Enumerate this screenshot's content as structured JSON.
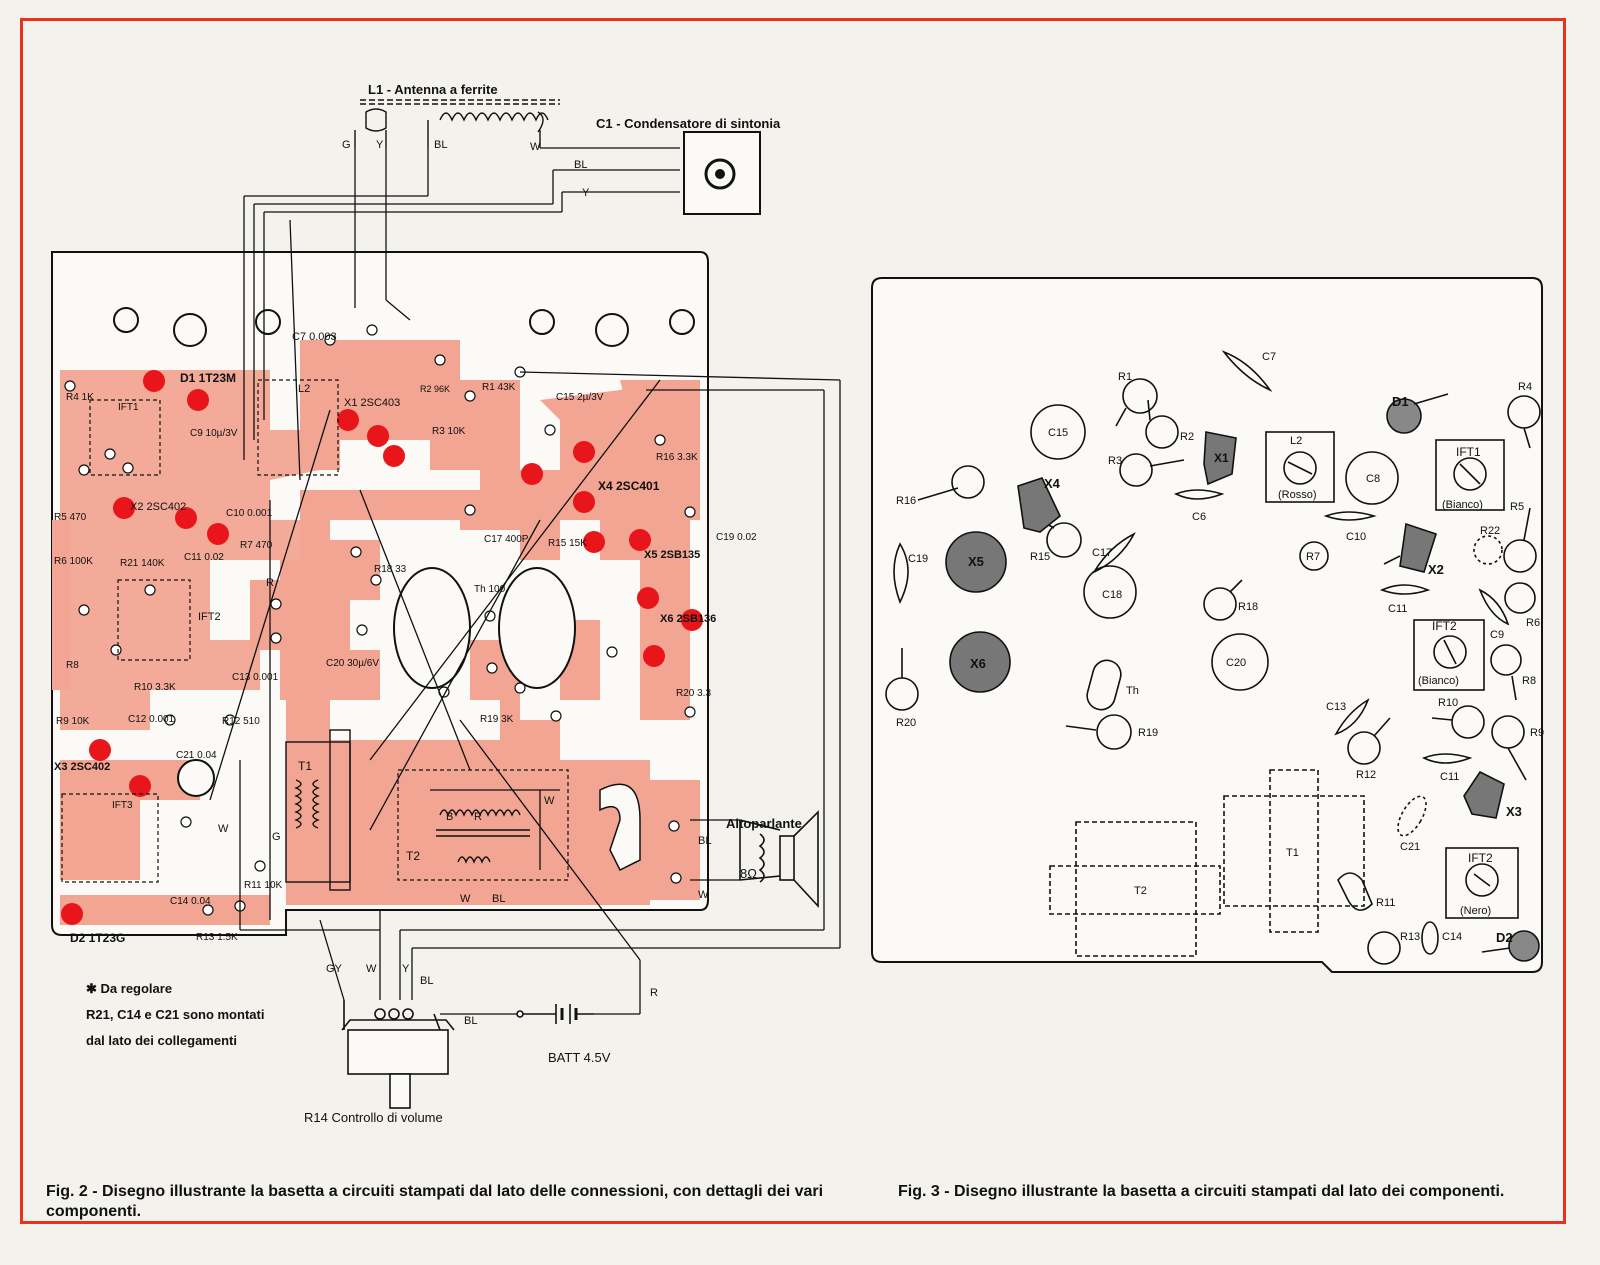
{
  "fig2": {
    "antenna_label": "L1 - Antenna a ferrite",
    "capacitor_label": "C1 - Condensatore di sintonia",
    "speaker_label": "Altoparlante",
    "speaker_impedance": "8Ω",
    "battery_label": "BATT 4.5V",
    "volume_label": "R14 Controllo di volume",
    "wire_labels": [
      "G",
      "Y",
      "BL",
      "W",
      "BL",
      "Y",
      "GY",
      "W",
      "Y",
      "BL",
      "R",
      "BL",
      "R",
      "W",
      "G",
      "B",
      "R",
      "W",
      "W",
      "BL",
      "BL",
      "W"
    ],
    "components": [
      "D1 1T23M",
      "C7 0.003",
      "X1 2SC403",
      "L2",
      "R2 96K",
      "R3 10K",
      "R1 43K",
      "C15 2µ/3V",
      "R16 3.3K",
      "X4 2SC401",
      "C9 10µ/3V",
      "IFT1",
      "X2 2SC402",
      "C10 0.001",
      "R7 470",
      "R5 470",
      "R6 100K",
      "R21 140K",
      "C11 0.02",
      "IFT2",
      "C17 400P",
      "R15 15K",
      "C19 0.02",
      "X5 2SB135",
      "X6 2SB136",
      "R18 33",
      "Th 100",
      "C20 30µ/6V",
      "R10 3.3K",
      "C13 0.001",
      "R12 510",
      "C12 0.001",
      "R8",
      "R9 10K",
      "C21 0.04",
      "X3 2SC402",
      "IFT3",
      "R20 3.3",
      "R19 3K",
      "T1",
      "T2",
      "R11 10K",
      "C14 0.04",
      "R13 1.5K",
      "D2 1T23G",
      "R4 1K"
    ],
    "note_mark": "✱",
    "note_title": "Da regolare",
    "note_lines": [
      "R21, C14 e C21 sono montati",
      "dal lato dei collegamenti"
    ],
    "caption": "Fig. 2 - Disegno illustrante la basetta a circuiti stampati dal lato delle connessioni, con dettagli dei vari componenti."
  },
  "fig3": {
    "parts": [
      "C7",
      "R1",
      "R2",
      "R3",
      "C15",
      "X1",
      "L2",
      "(Rosso)",
      "C8",
      "D1",
      "R4",
      "IFT1",
      "(Bianco)",
      "X4",
      "R16",
      "C6",
      "C10",
      "R7",
      "R22",
      "R5",
      "X2",
      "C19",
      "X5",
      "R15",
      "C17",
      "C18",
      "R18",
      "C11",
      "C20",
      "IFT2",
      "(Bianco)",
      "C9",
      "R6",
      "R8",
      "X6",
      "Th",
      "R19",
      "R20",
      "C13",
      "R10",
      "R12",
      "C11",
      "R9",
      "X3",
      "T1",
      "T2",
      "C21",
      "IFT2",
      "(Nero)",
      "R11",
      "R13",
      "C14",
      "D2"
    ],
    "caption": "Fig. 3 - Disegno illustrante la basetta a circuiti stampati dal lato dei componenti."
  },
  "colors": {
    "border": "#e8321e",
    "copper": "#f2a592",
    "pad": "#e8151b",
    "ink": "#111111",
    "paper": "#f4f2ec"
  }
}
